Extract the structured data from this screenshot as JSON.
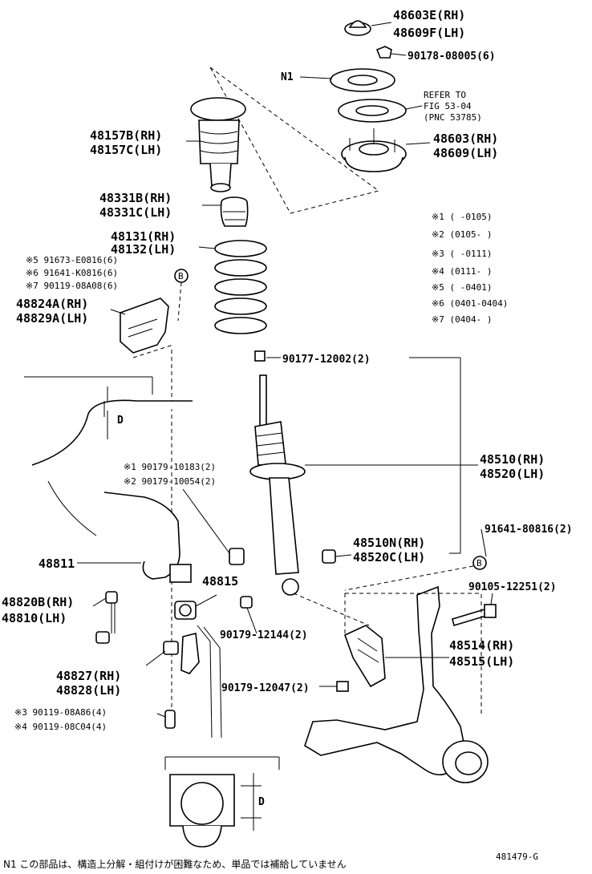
{
  "labels": {
    "top_mount_cap": [
      "48603E(RH)",
      "48609F(LH)"
    ],
    "nut_top": "90178-08005(6)",
    "n1": "N1",
    "refer": [
      "REFER TO",
      "FIG 53-04",
      "(PNC 53785)"
    ],
    "support_mount": [
      "48603(RH)",
      "48609(LH)"
    ],
    "dust_boot": [
      "48157B(RH)",
      "48157C(LH)"
    ],
    "bump_stop": [
      "48331B(RH)",
      "48331C(LH)"
    ],
    "coil_spring": [
      "48131(RH)",
      "48132(LH)"
    ],
    "bracket_bolts": [
      "※5 91673-E0816(6)",
      "※6 91641-K0816(6)",
      "※7 90119-08A08(6)"
    ],
    "bracket": [
      "48824A(RH)",
      "48829A(LH)"
    ],
    "serial_notes": [
      "※1 (        -0105)",
      "※2 (0105-        )",
      "※3 (        -0111)",
      "※4 (0111-        )",
      "※5 (        -0401)",
      "※6 (0401-0404)",
      "※7 (0404-        )"
    ],
    "nut_90177": "90177-12002(2)",
    "shock": [
      "48510(RH)",
      "48520(LH)"
    ],
    "shock_bolts": [
      "※1 90179-10183(2)",
      "※2 90179-10054(2)"
    ],
    "cartridge": [
      "48510N(RH)",
      "48520C(LH)"
    ],
    "bolt_91641": "91641-80816(2)",
    "stabilizer": "48811",
    "bushing": "48815",
    "bolt_90105": "90105-12251(2)",
    "link": [
      "48820B(RH)",
      "48810(LH)"
    ],
    "nut_12144": "90179-12144(2)",
    "lower_bracket": [
      "48514(RH)",
      "48515(LH)"
    ],
    "clamp": [
      "48827(RH)",
      "48828(LH)"
    ],
    "nut_12047": "90179-12047(2)",
    "clamp_bolts": [
      "※3 90119-08A86(4)",
      "※4 90119-08C04(4)"
    ],
    "callout_b": "B",
    "dim_d": "D",
    "footnote": "N1  この部品は、構造上分解・組付けが困難なため、単品では補給していません",
    "figure_id": "481479-G"
  }
}
